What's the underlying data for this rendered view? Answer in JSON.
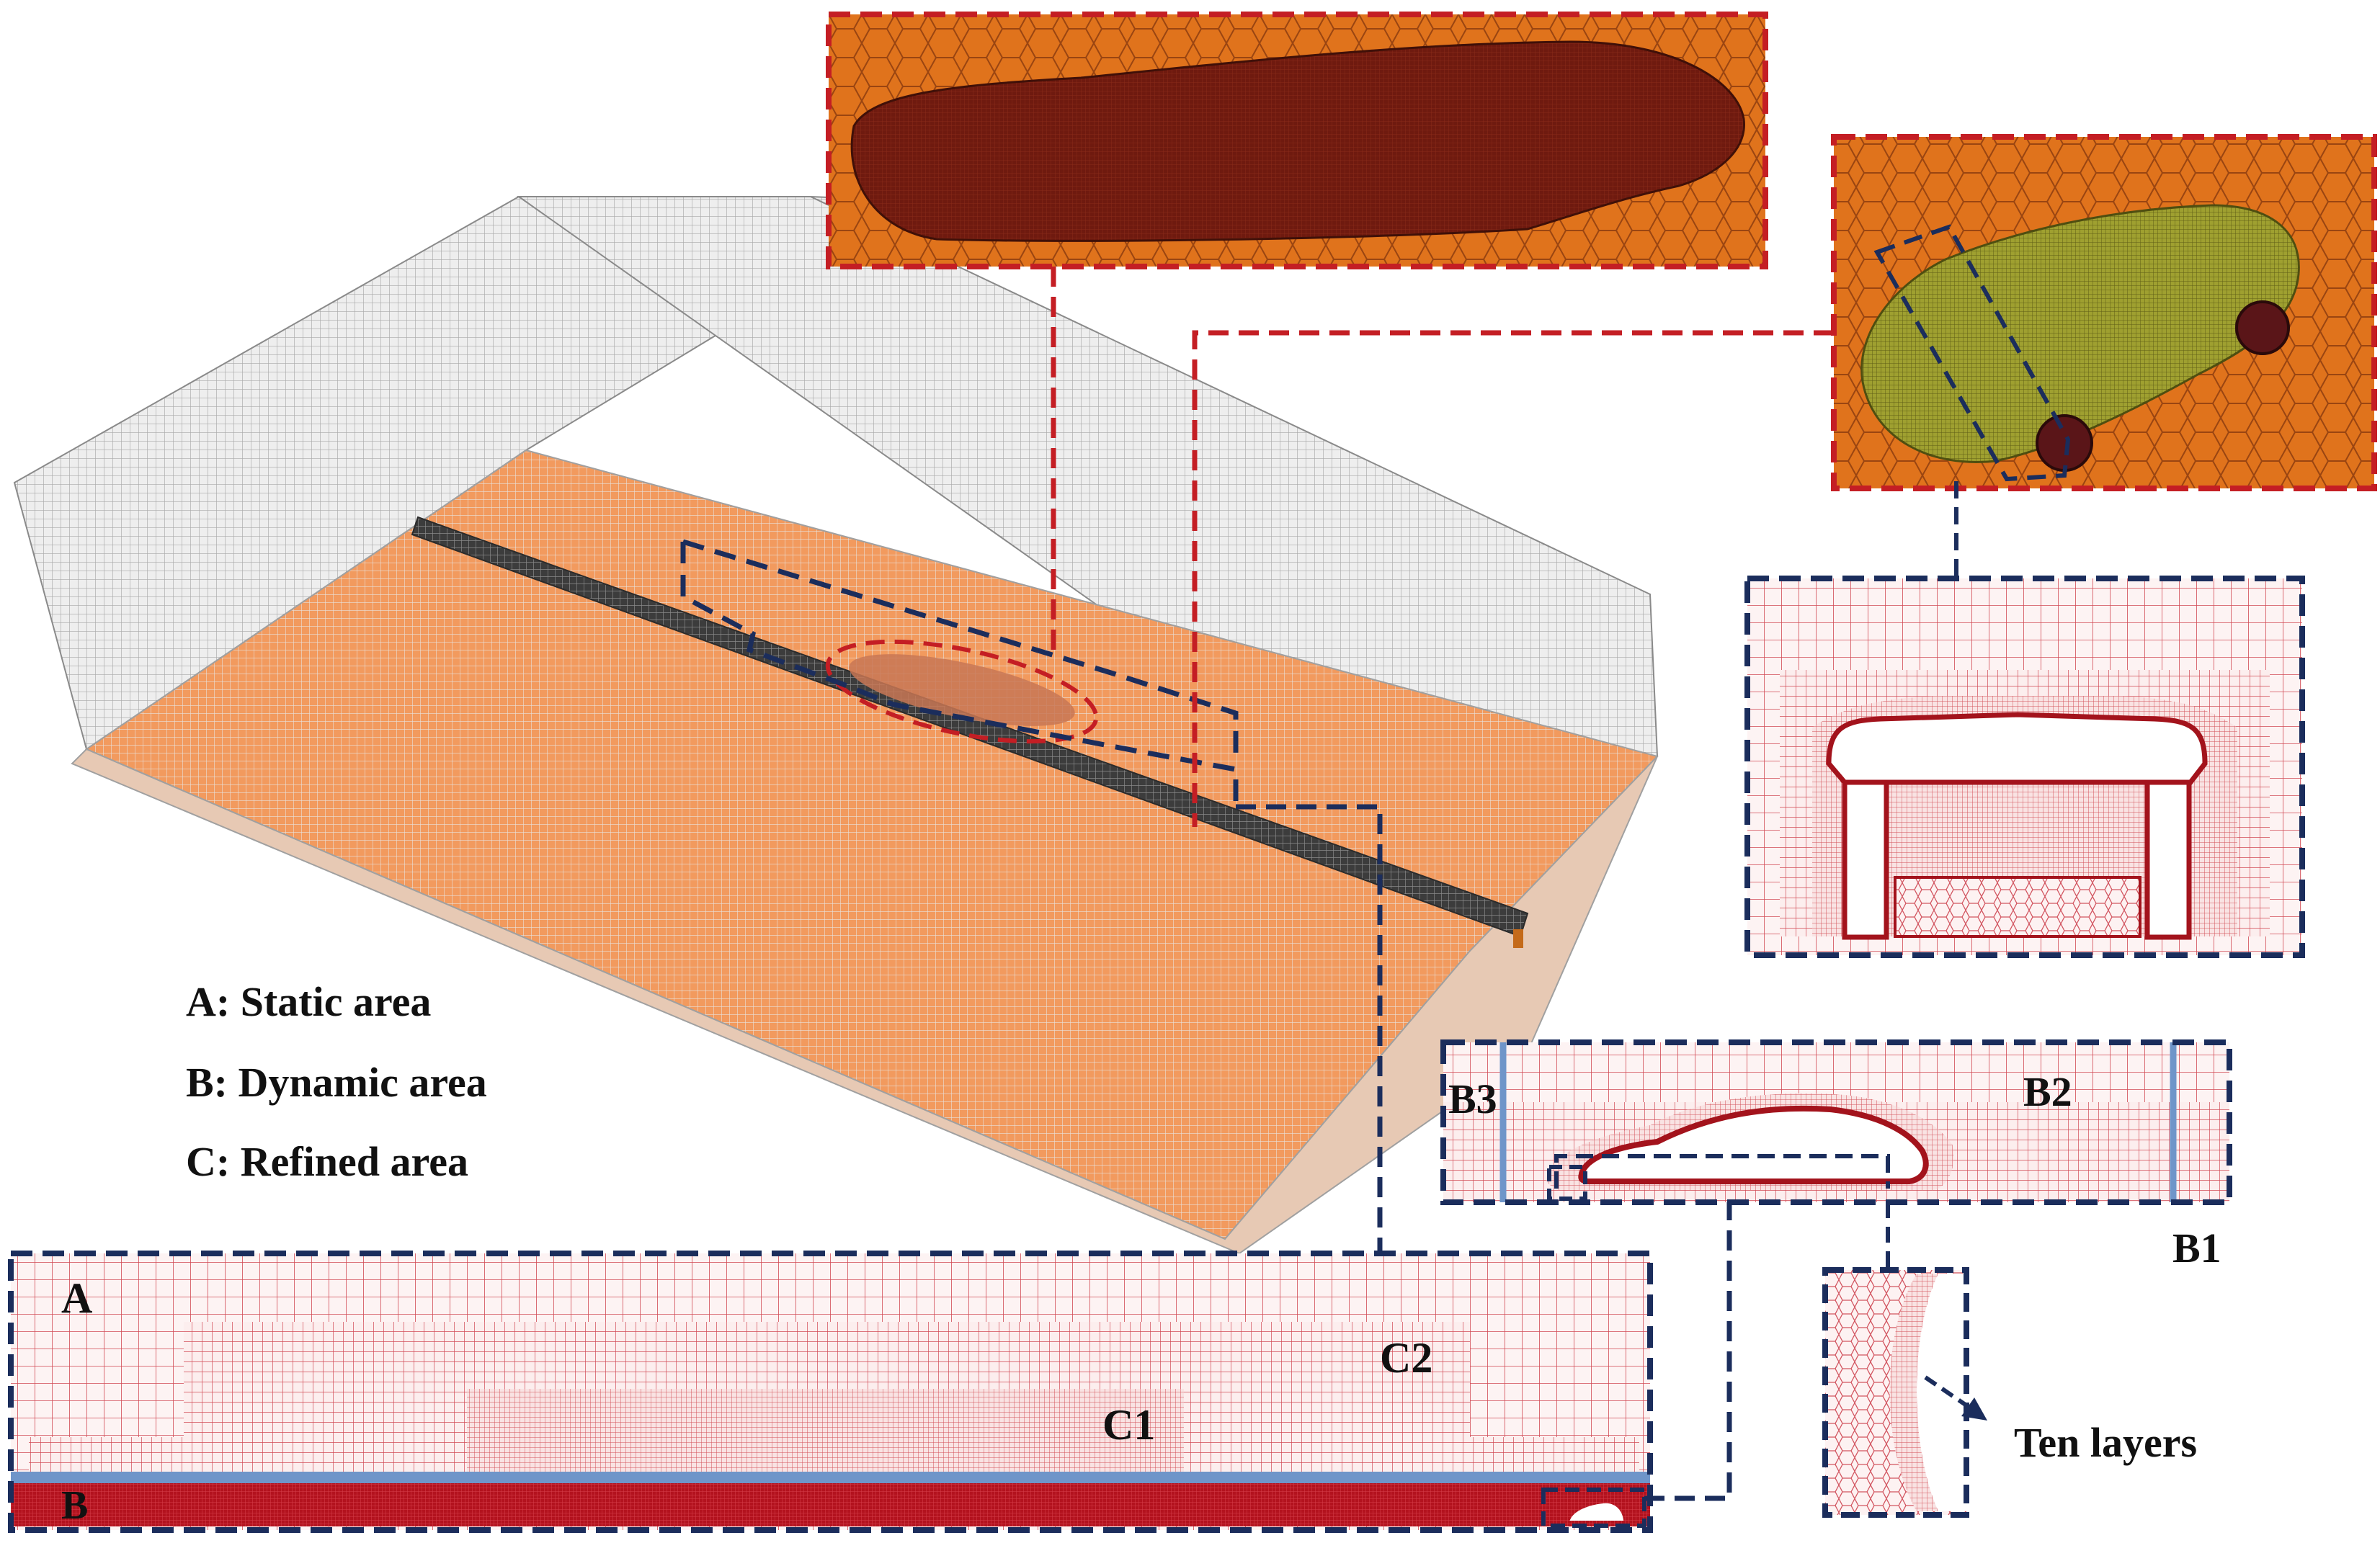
{
  "legend": {
    "a": "A: Static area",
    "b": "B: Dynamic area",
    "c": "C: Refined area"
  },
  "labels": {
    "a": "A",
    "b": "B",
    "c1": "C1",
    "c2": "C2",
    "b1": "B1",
    "b2": "B2",
    "b3": "B3",
    "ten_layers": "Ten layers"
  },
  "colors": {
    "mesh_orange": "#f08a4b",
    "mesh_grey": "#c8c8c8",
    "mesh_red": "#c0192a",
    "dark_red": "#a3131c",
    "callout_red": "#c41e24",
    "callout_navy": "#1b2d5c",
    "interface_blue": "#6f95c9",
    "car_surface": "#7a1e10",
    "car_yellow": "#9c9a2c"
  }
}
